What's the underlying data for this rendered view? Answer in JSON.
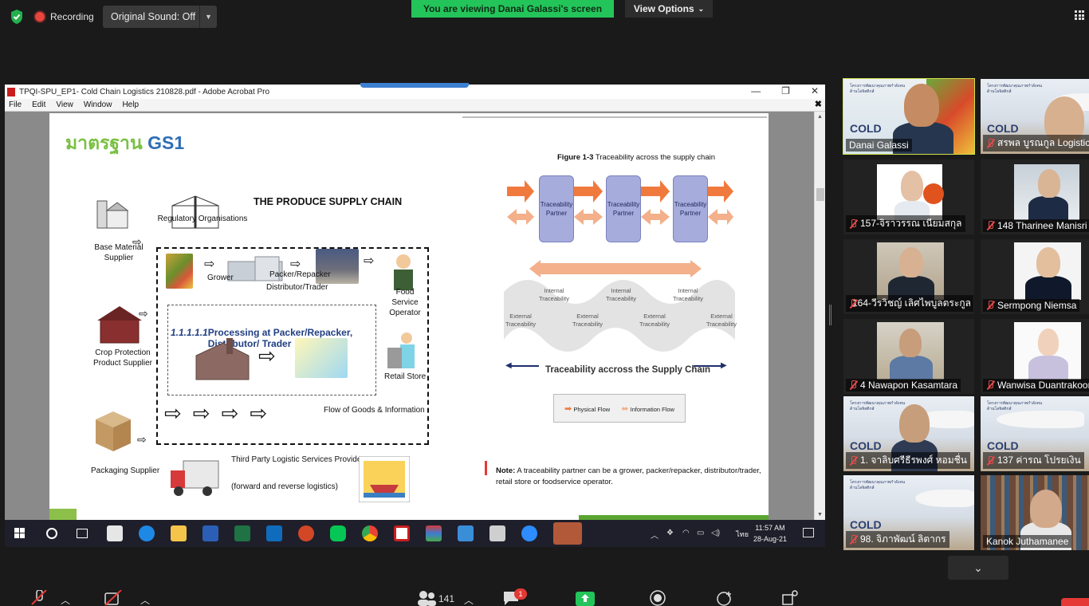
{
  "meeting": {
    "recording_label": "Recording",
    "original_sound": "Original Sound: Off",
    "viewing_banner": "You are viewing Danai Galassi's screen",
    "view_options": "View Options",
    "participant_count": "141",
    "chat_badge": "1"
  },
  "acrobat": {
    "window_title": "TPQI-SPU_EP1- Cold Chain Logistics 210828.pdf - Adobe Acrobat Pro",
    "menu": [
      "File",
      "Edit",
      "View",
      "Window",
      "Help"
    ]
  },
  "slide": {
    "title_th": "มาตรฐาน",
    "title_en": "GS1",
    "chain_title": "THE PRODUCE SUPPLY CHAIN",
    "labels": {
      "regulatory": "Regulatory Organisations",
      "base_material": "Base Material Supplier",
      "grower": "Grower",
      "packer": "Packer/Repacker",
      "distributor": "Distributor/Trader",
      "food_service": "Food Service Operator",
      "crop_protection": "Crop Protection Product Supplier",
      "processing_num": "1.1.1.1.1",
      "processing": "Processing at Packer/Repacker, Distributor/ Trader",
      "retail": "Retail Store",
      "flow": "Flow of Goods & Information",
      "packaging": "Packaging Supplier",
      "third_party": "Third Party Logistic Services Provider",
      "third_party_sub": "(forward and reverse logistics)"
    },
    "figure": {
      "caption_bold": "Figure 1-3",
      "caption": "Traceability across the supply chain",
      "partner": "Traceability Partner",
      "internal": "Internal Traceability",
      "external": "External Traceability",
      "across": "Traceability accross the Supply Chain",
      "legend_physical": "Physical Flow",
      "legend_info": "Information Flow"
    },
    "note_bold": "Note:",
    "note": "A traceability partner can be a grower, packer/repacker, distributor/trader, retail store or foodservice operator."
  },
  "taskbar": {
    "time": "11:57 AM",
    "date": "28-Aug-21",
    "lang": "ไทย"
  },
  "participants": [
    "Danai Galassi",
    "สรพล บูรณกูล Logistics",
    "157-จิราวรรณ เนียมสกุล",
    "148 Tharinee Manisri",
    "164-วีรวิชญ์ เลิศไพบูลตระกูล",
    "Sermpong Niemsa",
    "4 Nawapon Kasamtara",
    "Wanwisa Duantrakoon",
    "1. จาลิบศรีธีรพงศ์ หอมชื่น",
    "137 ค่ารณ โปรยเงิน",
    "98. จิภาพัฒน์ ลิตากร",
    "Kanok Juthamanee"
  ],
  "banner": {
    "text": "โครงการพัฒนาคุณภาพกำลังคนด้านโลจิสติกส์",
    "cold": "COLD"
  },
  "colors": {
    "zoom_green": "#23c55a",
    "gs1_green": "#7ac143",
    "gs1_blue": "#2f6fb3",
    "active_speaker": "#cfe24a",
    "arrow_orange": "#f07a3d"
  }
}
